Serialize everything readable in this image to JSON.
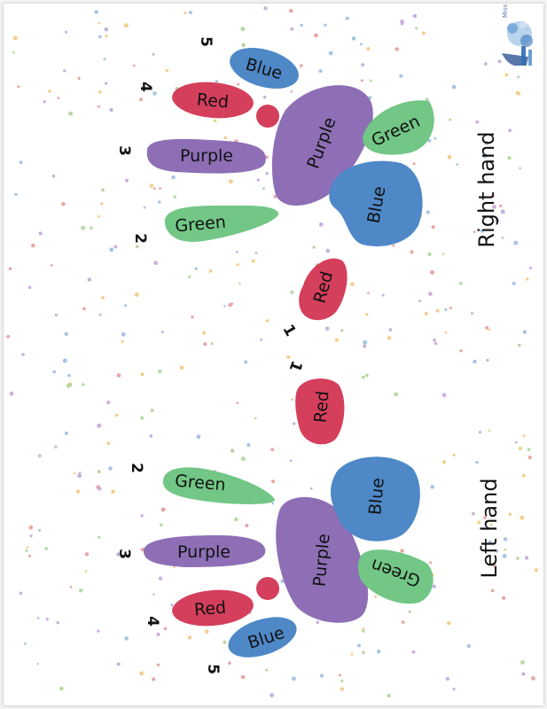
{
  "colors": {
    "blue": "#4e88c7",
    "red": "#d43f5c",
    "purple": "#8e6fb6",
    "green": "#72c686",
    "dot_palette": [
      "#e7a7a9",
      "#a9c3e3",
      "#b8d8a4",
      "#f2cf8e",
      "#c9b1dd"
    ]
  },
  "right_hand": {
    "title": "Right hand",
    "fingers": [
      {
        "number": "5",
        "label": "Blue"
      },
      {
        "number": "4",
        "label": "Red"
      },
      {
        "number": "3",
        "label": "Purple"
      },
      {
        "number": "2",
        "label": "Green"
      },
      {
        "number": "1",
        "label": "Red"
      }
    ],
    "palm_label": "Purple",
    "heel_label": "Blue",
    "thumb_side_label": "Green"
  },
  "left_hand": {
    "title": "Left hand",
    "fingers": [
      {
        "number": "2",
        "label": "Green"
      },
      {
        "number": "3",
        "label": "Purple"
      },
      {
        "number": "4",
        "label": "Red"
      },
      {
        "number": "5",
        "label": "Blue"
      },
      {
        "number": "1",
        "label": "Red"
      }
    ],
    "palm_label": "Purple",
    "heel_label": "Blue",
    "side_label": "Green"
  },
  "logo": {
    "icon": "logo-icon",
    "text": "Miss Mudle"
  }
}
